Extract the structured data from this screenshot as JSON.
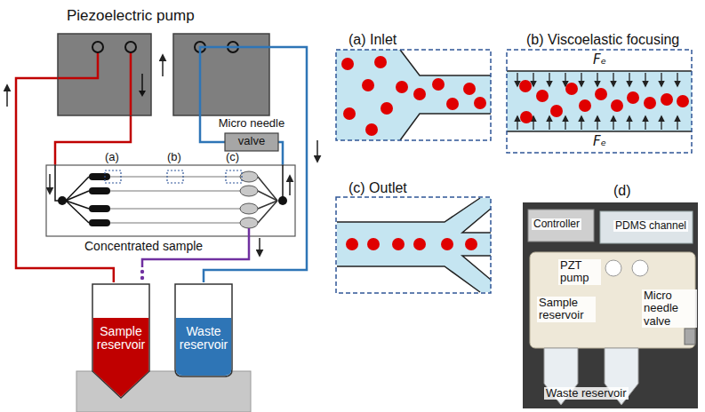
{
  "diagram": {
    "nodes": [
      {
        "text": [
          "Piezoelectric pump"
        ]
      },
      {
        "text": [
          "Micro needle",
          "valve"
        ]
      },
      {
        "text": [
          "Sample reservoir"
        ]
      },
      {
        "text": [
          "Waste reservoir"
        ]
      }
    ],
    "edges": [
      {
        "from": 2,
        "to": 0,
        "arrow": "none"
      },
      {
        "from": 1,
        "to": 3,
        "arrow": "none"
      }
    ],
    "labels": [
      "(a)",
      "(b)",
      "(c)",
      "Concentrated sample",
      "(a) Inlet",
      "(b) Viscoelastic focusing",
      "Fₑ",
      "Fₑ",
      "(c) Outlet",
      "(d)",
      "Controller",
      "PDMS channel",
      "PZT pump",
      "Sample reservoir",
      "Micro needle valve",
      "Waste reservoir"
    ]
  }
}
